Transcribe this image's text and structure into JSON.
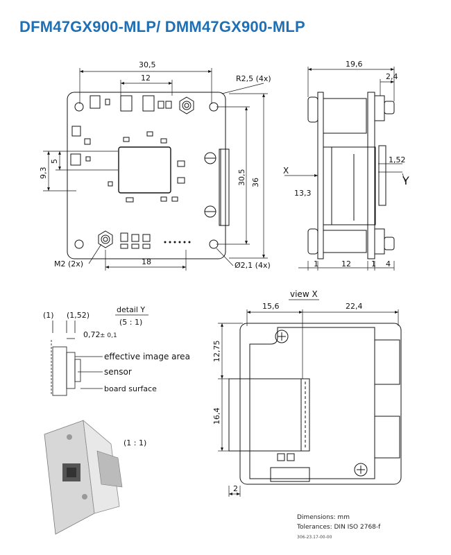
{
  "title": "DFM47GX900-MLP/ DMM47GX900-MLP",
  "front_view": {
    "width": "30,5",
    "hole_pitch_top": "12",
    "corner_radius": "R2,5 (4x)",
    "height_outer": "36",
    "height_pitch": "30,5",
    "left_offset_a": "9,3",
    "left_offset_b": "5",
    "bottom_pitch": "18",
    "screw": "M2 (2x)",
    "hole_dia": "Ø2,1 (4x)"
  },
  "side_view": {
    "depth": "19,6",
    "top_small": "2,4",
    "offset_1_52": "1,52",
    "height_13_3": "13,3",
    "bottom_1": "1",
    "bottom_12": "12",
    "bottom_1b": "1",
    "bottom_4": "4",
    "arrow_x": "X",
    "arrow_y": "Y"
  },
  "detail": {
    "title": "detail Y",
    "scale": "(5 : 1)",
    "dim_1": "(1)",
    "dim_1_52": "(1,52)",
    "dim_072": "0,72",
    "dim_tol": "± 0,1",
    "label_image_area": "effective image area",
    "label_sensor": "sensor",
    "label_board": "board surface"
  },
  "view_x": {
    "title": "view X",
    "dim_15_6": "15,6",
    "dim_22_4": "22,4",
    "dim_12_75": "12,75",
    "dim_16_4": "16,4",
    "dim_2": "2"
  },
  "photo": {
    "scale": "(1 : 1)"
  },
  "notes": {
    "dimensions": "Dimensions: mm",
    "tolerances": "Tolerances: DIN ISO 2768-f",
    "code": "306-23.17-00-00"
  }
}
